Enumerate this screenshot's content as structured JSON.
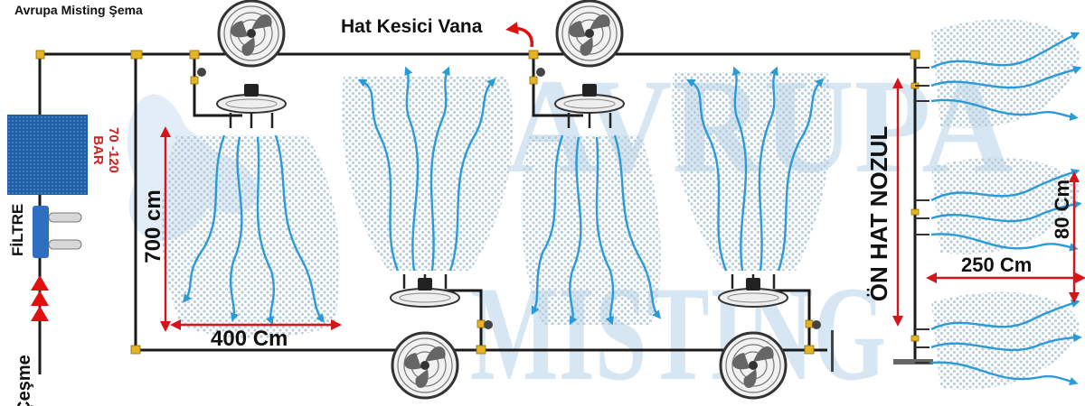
{
  "title": "Avrupa Misting Şema",
  "labels": {
    "valve": "Hat Kesici Vana",
    "pressure_value": "70 -120",
    "pressure_unit": "BAR",
    "filter": "FİLTRE",
    "source": "Çeşme",
    "height": "700 cm",
    "width": "400 Cm",
    "front_line": "ÖN HAT NOZUL",
    "front_width": "250 Cm",
    "front_height": "80 Cm"
  },
  "watermark": {
    "line1": "AVRUPA",
    "line2": "MISTING"
  },
  "colors": {
    "pipe": "#1a1a1a",
    "fitting": "#e6b422",
    "mist": "#2a9bd6",
    "mist_dots": "#b9cdda",
    "dimension": "#d6151b",
    "filter_block": "#1f5fa8",
    "watermark": "#d7e6f3",
    "fan_grill": "#555555"
  },
  "icons": {
    "fan": "fan-icon",
    "nozzle": "nozzle-ring-icon",
    "valve_arrow": "curved-arrow-icon",
    "pump": "triangle-icon"
  }
}
